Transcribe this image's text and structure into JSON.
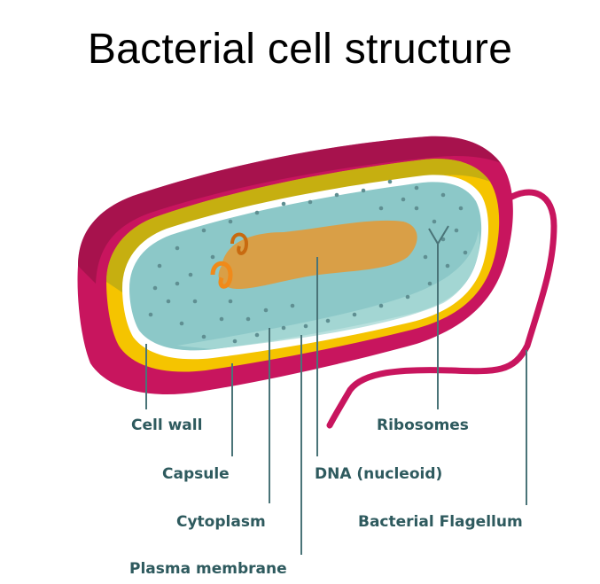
{
  "title": "Bacterial cell structure",
  "labels": {
    "cell_wall": "Cell wall",
    "capsule": "Capsule",
    "cytoplasm": "Cytoplasm",
    "plasma_membrane": "Plasma membrane",
    "dna": "DNA (nucleoid)",
    "ribosomes": "Ribosomes",
    "flagellum": "Bacterial Flagellum"
  },
  "colors": {
    "capsule": "#c8155e",
    "capsule_dark": "#8c1040",
    "cell_wall": "#f5c400",
    "cell_wall_dark": "#a6a21a",
    "membrane": "#ffffff",
    "cytoplasm": "#8cc8c8",
    "cytoplasm_light": "#a9d9d6",
    "dna": "#f08a1a",
    "dna_dark": "#c86a10",
    "leader": "#4a7478",
    "label": "#2e5a5e"
  }
}
